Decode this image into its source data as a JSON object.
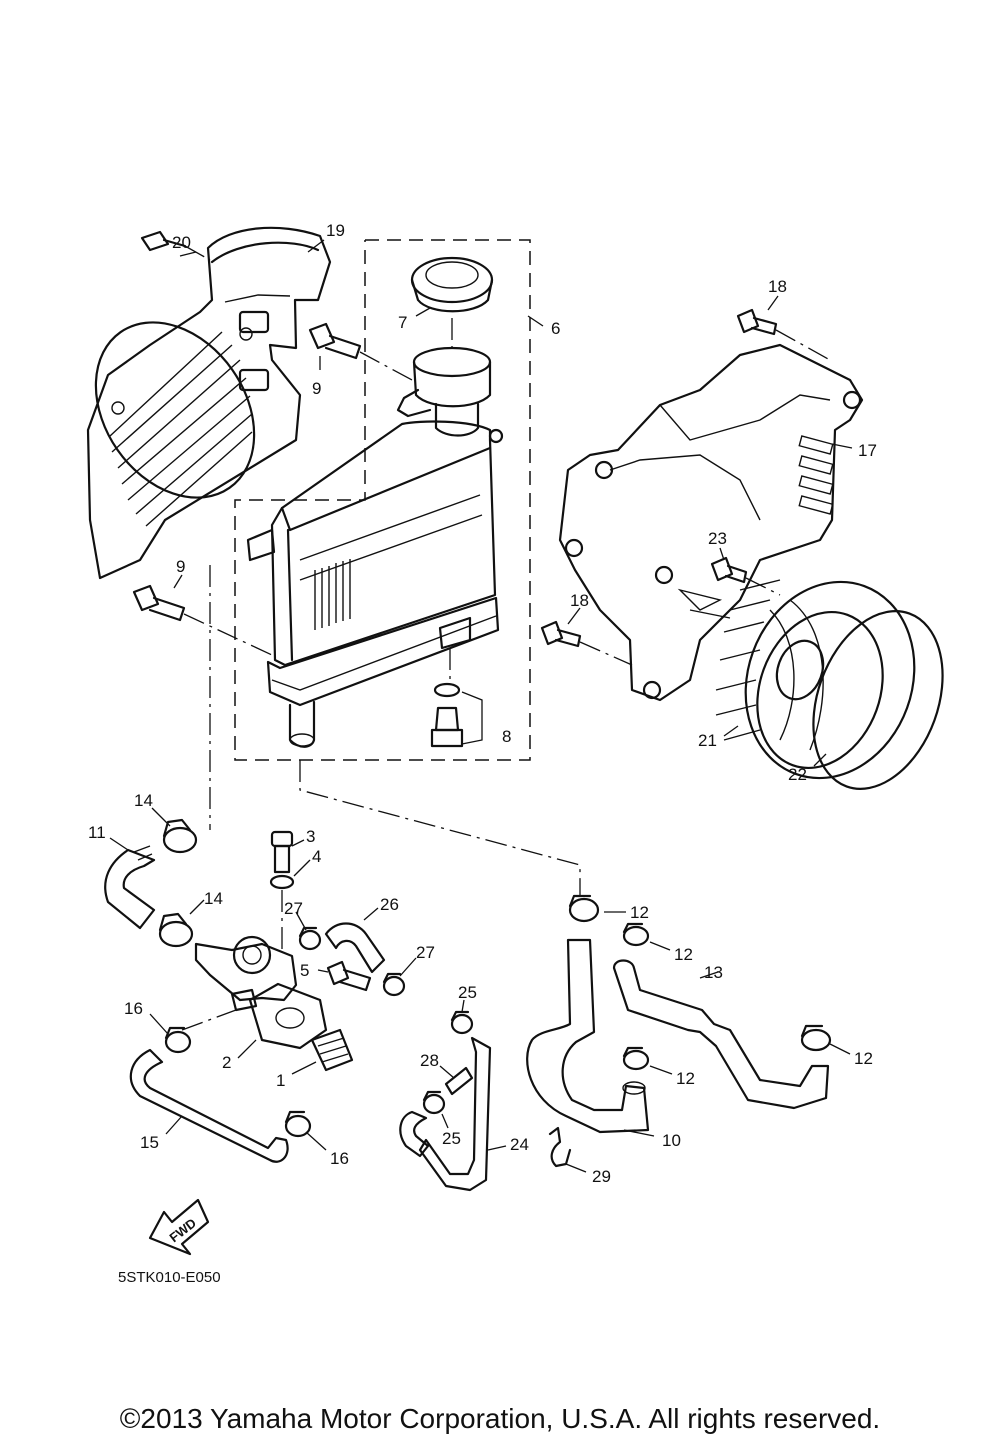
{
  "diagram": {
    "callouts": {
      "c1": "1",
      "c2": "2",
      "c3": "3",
      "c4": "4",
      "c5": "5",
      "c6": "6",
      "c7": "7",
      "c8": "8",
      "c9a": "9",
      "c9b": "9",
      "c10": "10",
      "c11": "11",
      "c12a": "12",
      "c12b": "12",
      "c12c": "12",
      "c12d": "12",
      "c13": "13",
      "c14a": "14",
      "c14b": "14",
      "c15": "15",
      "c16a": "16",
      "c16b": "16",
      "c17": "17",
      "c18a": "18",
      "c18b": "18",
      "c19": "19",
      "c20": "20",
      "c21": "21",
      "c22": "22",
      "c23": "23",
      "c24": "24",
      "c25a": "25",
      "c25b": "25",
      "c26": "26",
      "c27a": "27",
      "c27b": "27",
      "c28": "28",
      "c29": "29"
    },
    "direction_label": "FWD",
    "diagram_code": "5STK010-E050"
  },
  "footer": {
    "copyright": "©2013 Yamaha Motor Corporation, U.S.A. All rights reserved."
  }
}
